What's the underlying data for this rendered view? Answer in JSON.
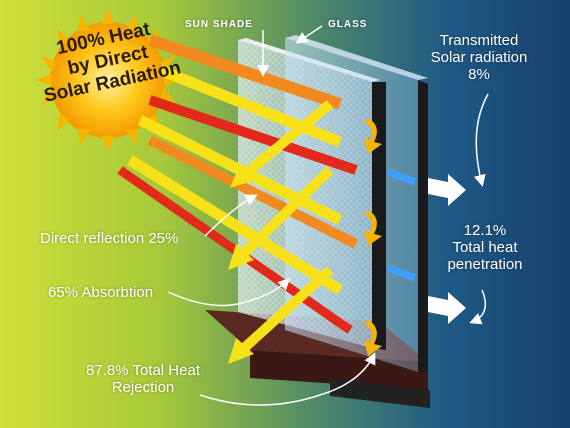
{
  "sun": {
    "line1": "100% Heat",
    "line2": "by Direct",
    "line3": "Solar Radiation"
  },
  "labels": {
    "sun_shade": "SUN SHADE",
    "glass": "GLASS",
    "transmitted": {
      "line1": "Transmitted",
      "line2": "Solar radiation",
      "line3": "8%"
    },
    "penetration": {
      "line1": "12.1%",
      "line2": "Total heat",
      "line3": "penetration"
    },
    "direct_reflection": "Direct reflection 25%",
    "absorption": "65% Absorbtion",
    "rejection": {
      "line1": "87.8% Total Heat",
      "line2": "Rejection"
    }
  },
  "colors": {
    "sun": "#f7b500",
    "ray_red": "#e22a1a",
    "ray_orange": "#f28a1f",
    "ray_yellow": "#f7e21a",
    "blue_transmitted": "#3f9fff"
  }
}
